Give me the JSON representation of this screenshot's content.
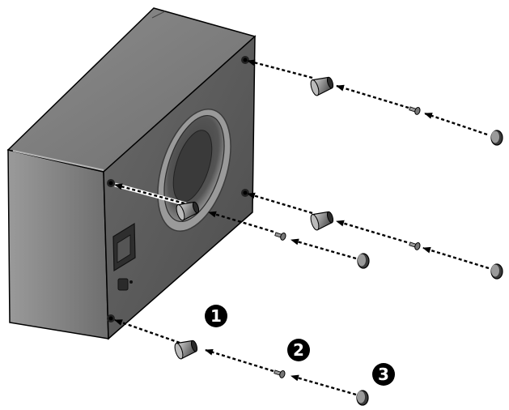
{
  "callouts": [
    {
      "label": "1",
      "part": "foot"
    },
    {
      "label": "2",
      "part": "screw"
    },
    {
      "label": "3",
      "part": "pad"
    }
  ],
  "colors": {
    "speaker_body": "#5b5b5b",
    "speaker_side": "#8a8a8a",
    "speaker_top": "#7a7a7a",
    "outline": "#000000",
    "callout_fill": "#000000",
    "callout_text": "#ffffff",
    "background": "#ffffff"
  },
  "icons": {
    "callout_badge": "black-circle-numeral",
    "mount_hole": "mount-hole-icon",
    "dashed_guide": "dashed-arrow-line"
  }
}
